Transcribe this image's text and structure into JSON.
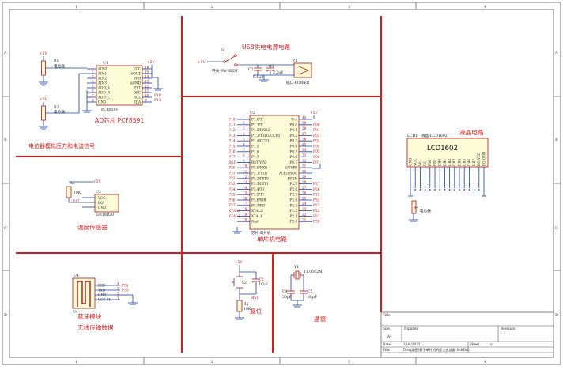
{
  "border": {
    "cols": [
      "1",
      "2",
      "3",
      "4"
    ],
    "rows": [
      "A",
      "B",
      "C",
      "D"
    ]
  },
  "titles": {
    "ad": "AD芯片 PCF8591",
    "pot": "电位器模拟压力和电流信号",
    "usb": "USB供电电源电路",
    "mcu": "单片机电路",
    "lcd": "液晶电路",
    "temp": "温度传感器",
    "bt1": "蓝牙模块",
    "bt2": "无线传输数据",
    "reset": "复位",
    "xtal": "晶振"
  },
  "pcf8591": {
    "ref": "U1",
    "name": "PCF8591",
    "left_pins": [
      {
        "n": "1",
        "l": "AIN0"
      },
      {
        "n": "2",
        "l": "AIN1"
      },
      {
        "n": "3",
        "l": "AIN2"
      },
      {
        "n": "4",
        "l": "AIN3"
      },
      {
        "n": "5",
        "l": "ADD_A"
      },
      {
        "n": "6",
        "l": "ADD_B"
      },
      {
        "n": "7",
        "l": "ADD_C"
      },
      {
        "n": "8",
        "l": "GND"
      }
    ],
    "right_pins": [
      {
        "n": "16",
        "l": "VCC"
      },
      {
        "n": "15",
        "l": "AOUT"
      },
      {
        "n": "14",
        "l": "Vref"
      },
      {
        "n": "13",
        "l": "AGND"
      },
      {
        "n": "12",
        "l": "EXT"
      },
      {
        "n": "11",
        "l": "OSC"
      },
      {
        "n": "10",
        "l": "SCL"
      },
      {
        "n": "9",
        "l": "SDA"
      }
    ],
    "nets": {
      "vcc": "+5V",
      "scl": "P10",
      "sda": "P11"
    }
  },
  "pots": [
    {
      "ref": "R1",
      "name": "电位器",
      "supply": "+5V"
    },
    {
      "ref": "R2",
      "name": "电位器",
      "supply": "+5V"
    }
  ],
  "usb": {
    "supply": "+5V",
    "switch_ref": "S1",
    "switch_name": "开关-SW-SPDT",
    "c2_ref": "C2",
    "c2_val": "0.1uF",
    "c3_ref": "C3",
    "c3_val": "2.2uF",
    "conn_ref": "P1",
    "conn_name": "插口-POWER"
  },
  "mcu": {
    "ref": "U2",
    "name": "芯片-单片机",
    "vcc": "+5V",
    "vcc_pin": "40",
    "left_pins": [
      {
        "net": "P10",
        "n": "1",
        "l": "P1.0/T"
      },
      {
        "net": "P11",
        "n": "2",
        "l": "P1.1/T"
      },
      {
        "net": "P12",
        "n": "3",
        "l": "P1.2/RXD2"
      },
      {
        "net": "P13",
        "n": "4",
        "l": "P1.3/TXD2/CCP0"
      },
      {
        "net": "P14",
        "n": "5",
        "l": "P1.4/CCP1"
      },
      {
        "net": "P15",
        "n": "6",
        "l": "P1.5"
      },
      {
        "net": "P16",
        "n": "7",
        "l": "P1.6"
      },
      {
        "net": "P17",
        "n": "8",
        "l": "P1.7"
      },
      {
        "net": "RST",
        "n": "9",
        "l": "RST/VPD"
      },
      {
        "net": "P30",
        "n": "10",
        "l": "P3.0/RXD"
      },
      {
        "net": "P31",
        "n": "11",
        "l": "P3.1/TXD"
      },
      {
        "net": "P32",
        "n": "12",
        "l": "P3.2/INT0"
      },
      {
        "net": "P33",
        "n": "13",
        "l": "P3.3/INT1"
      },
      {
        "net": "P34",
        "n": "14",
        "l": "P3.4/T0"
      },
      {
        "net": "P35",
        "n": "15",
        "l": "P3.5/T1"
      },
      {
        "net": "P36",
        "n": "16",
        "l": "P3.6/WR"
      },
      {
        "net": "P37",
        "n": "17",
        "l": "P3.7/RD"
      },
      {
        "net": "XTAL2",
        "n": "18",
        "l": "XTAL2"
      },
      {
        "net": "XTAL1",
        "n": "19",
        "l": "XTAL1"
      },
      {
        "net": "",
        "n": "20",
        "l": "Gnd"
      }
    ],
    "right_pins": [
      {
        "net": "",
        "n": "40",
        "l": "Vcc"
      },
      {
        "net": "P00",
        "n": "39",
        "l": "P0.0"
      },
      {
        "net": "P01",
        "n": "38",
        "l": "P0.1"
      },
      {
        "net": "P02",
        "n": "37",
        "l": "P0.2"
      },
      {
        "net": "P03",
        "n": "36",
        "l": "P0.3"
      },
      {
        "net": "P04",
        "n": "35",
        "l": "P0.4"
      },
      {
        "net": "P05",
        "n": "34",
        "l": "P0.5"
      },
      {
        "net": "P06",
        "n": "33",
        "l": "P0.6"
      },
      {
        "net": "P07",
        "n": "32",
        "l": "P0.7"
      },
      {
        "net": "",
        "n": "31",
        "l": "EA/VPP"
      },
      {
        "net": "",
        "n": "30",
        "l": "ALE/PROG"
      },
      {
        "net": "",
        "n": "29",
        "l": "PSEN"
      },
      {
        "net": "P27",
        "n": "28",
        "l": "P2.7"
      },
      {
        "net": "P26",
        "n": "27",
        "l": "P2.6"
      },
      {
        "net": "P25",
        "n": "26",
        "l": "P2.5"
      },
      {
        "net": "P24",
        "n": "25",
        "l": "P2.4"
      },
      {
        "net": "P23",
        "n": "24",
        "l": "P2.3"
      },
      {
        "net": "P22",
        "n": "23",
        "l": "P2.2"
      },
      {
        "net": "P21",
        "n": "22",
        "l": "P2.1"
      },
      {
        "net": "P20",
        "n": "21",
        "l": "P2.0"
      }
    ]
  },
  "lcd": {
    "ref": "LCD1",
    "name": "液晶-LCD1602",
    "label": "LCD1602",
    "pins": [
      "GND",
      "VCC",
      "V0",
      "RS",
      "RW",
      "EN",
      "DB0",
      "DB1",
      "DB2",
      "DB3",
      "DB4",
      "DB5",
      "DB6",
      "DB7",
      "BG VCC",
      "BG GND"
    ],
    "pot_ref": "R4",
    "pot_name": "电位器"
  },
  "ds18b20": {
    "ref": "U3",
    "name": "DS18B20",
    "pins": [
      "VCC",
      "I/O",
      "GND"
    ],
    "r_ref": "R3",
    "r_val": "10K",
    "supply": "+5V",
    "net": "P17"
  },
  "bt": {
    "ref": "U4",
    "name": "蓝牙",
    "pins": [
      {
        "n": "4",
        "l": "RXD",
        "net": "P31"
      },
      {
        "n": "3",
        "l": "TXD",
        "net": "P30"
      },
      {
        "n": "2",
        "l": "GND",
        "net": ""
      },
      {
        "n": "1",
        "l": "VCC-5V",
        "net": ""
      }
    ]
  },
  "reset": {
    "supply": "+5V",
    "sw_ref": "S2",
    "c_ref": "C1",
    "c_val": "10uF",
    "r_ref": "R5",
    "r_val": "10K",
    "net": "RST"
  },
  "xtal": {
    "y_ref": "Y1",
    "y_val": "11.0592M",
    "c4_ref": "C4",
    "c4_val": "30pF",
    "c5_ref": "C5",
    "c5_val": "30pF"
  },
  "titleblock": {
    "title": "Title",
    "size_label": "Size",
    "size": "A4",
    "number_label": "Number",
    "revision_label": "Revision",
    "date_label": "Date:",
    "date": "3/04/2023",
    "sheet_label": "Sheet",
    "of_label": "of",
    "file_label": "File:",
    "file": "D:\\电路图\\基于单片机的压力变送器.SchDoc"
  }
}
